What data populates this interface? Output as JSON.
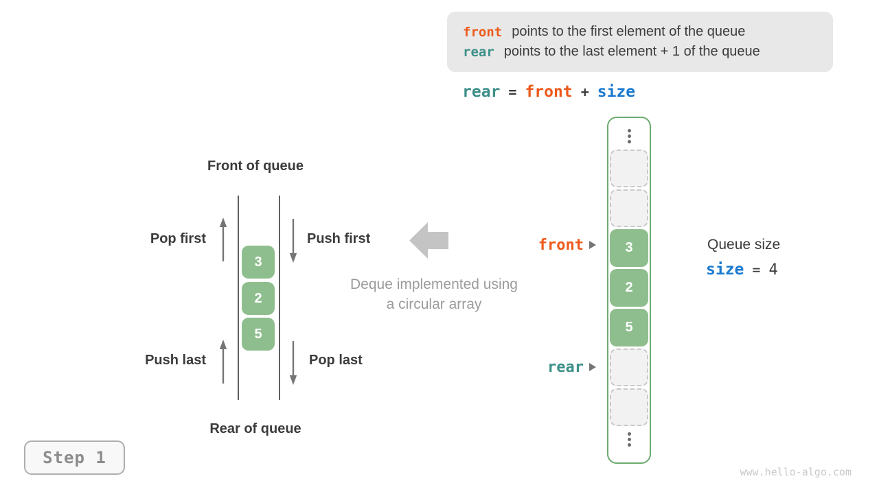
{
  "colors": {
    "orange": "#ed5a1c",
    "teal": "#3d8f89",
    "blue": "#1a7ad0",
    "green_cell": "#8fbe8e",
    "green_border": "#6cab6f",
    "dark_text": "#3c3c3c",
    "caption_gray": "#9b9b9b",
    "arrow_gray": "#757575",
    "block_arrow_gray": "#c4c4c4",
    "legend_bg": "#e8e8e8"
  },
  "legend": {
    "front": {
      "keyword": "front",
      "text": "points to the first element of the queue"
    },
    "rear": {
      "keyword": "rear",
      "text": "points to the last element + 1 of the queue"
    }
  },
  "formula": {
    "lhs": "rear",
    "eq": "=",
    "rhs1": "front",
    "plus": "+",
    "rhs2": "size"
  },
  "deque": {
    "front_of_queue": "Front of queue",
    "rear_of_queue": "Rear of queue",
    "pop_first": "Pop first",
    "push_first": "Push first",
    "push_last": "Push last",
    "pop_last": "Pop last",
    "values": [
      "3",
      "2",
      "5"
    ]
  },
  "caption": {
    "line1": "Deque implemented using",
    "line2": "a circular array"
  },
  "array": {
    "values": [
      "3",
      "2",
      "5"
    ],
    "front_label": "front",
    "rear_label": "rear"
  },
  "size_panel": {
    "title": "Queue size",
    "variable": "size",
    "eq": "=",
    "value": "4"
  },
  "step_label": "Step 1",
  "watermark": "www.hello-algo.com"
}
